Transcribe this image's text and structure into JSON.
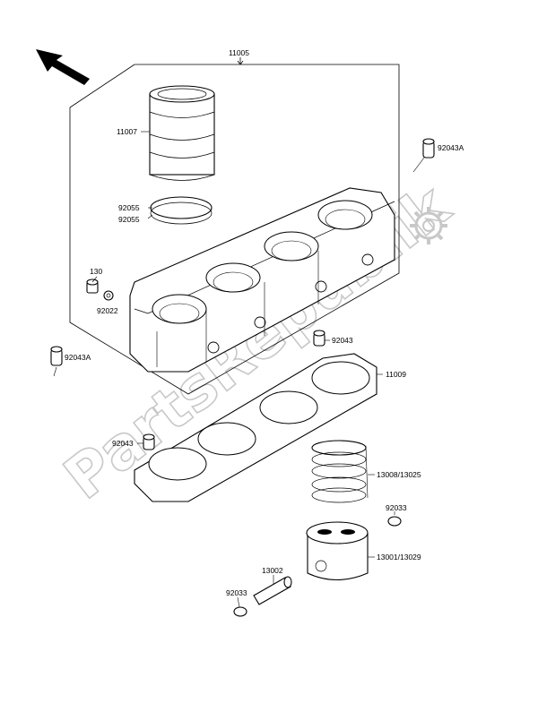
{
  "diagram": {
    "watermark": "PartsRepublik",
    "labels": {
      "p11005": "11005",
      "p11007": "11007",
      "p92055a": "92055",
      "p92055b": "92055",
      "p92043a_top": "92043A",
      "p130": "130",
      "p92022": "92022",
      "p92043a_left": "92043A",
      "p92043_mid": "92043",
      "p11009": "11009",
      "p92043_low": "92043",
      "p13008": "13008/13025",
      "p92033_r": "92033",
      "p13001": "13001/13029",
      "p13002": "13002",
      "p92033_l": "92033"
    }
  }
}
